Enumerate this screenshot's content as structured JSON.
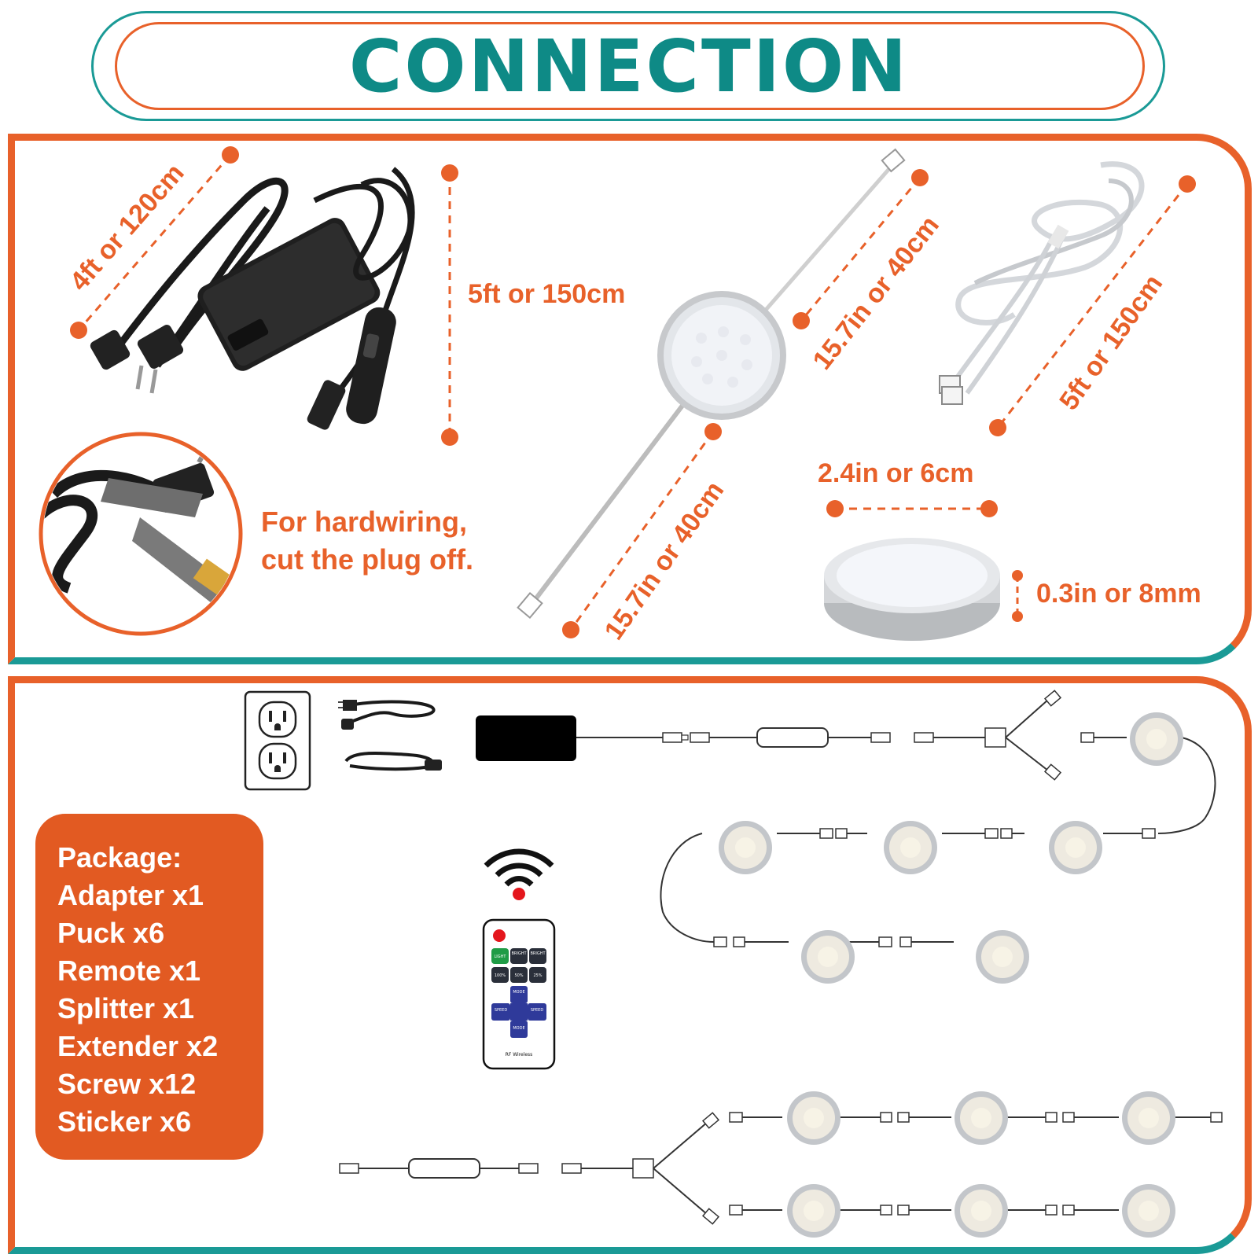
{
  "header": {
    "title": "CONNECTION"
  },
  "dimensions": {
    "power_cord": "4ft or 120cm",
    "adapter_cable": "5ft or 150cm",
    "puck_lead_top": "15.7in or 40cm",
    "puck_lead_bottom": "15.7in or 40cm",
    "extension_cable": "5ft or 150cm",
    "puck_diameter": "2.4in or 6cm",
    "puck_height": "0.3in or 8mm"
  },
  "hardwire_note": {
    "line1": "For hardwiring,",
    "line2": "cut the plug off."
  },
  "package": {
    "heading": "Package:",
    "items": [
      "Adapter x1",
      "Puck x6",
      "Remote x1",
      "Splitter x1",
      "Extender x2",
      "Screw x12",
      "Sticker x6"
    ]
  },
  "remote": {
    "buttons": [
      "LIGHT",
      "BRIGHT",
      "BRIGHT",
      "100%",
      "50%",
      "25%",
      "MODE",
      "SPEED",
      "SPEED",
      "MODE"
    ],
    "footer": "RF Wireless"
  },
  "colors": {
    "orange": "#e8612a",
    "teal": "#1a9a96",
    "package_bg": "#e25a22"
  }
}
